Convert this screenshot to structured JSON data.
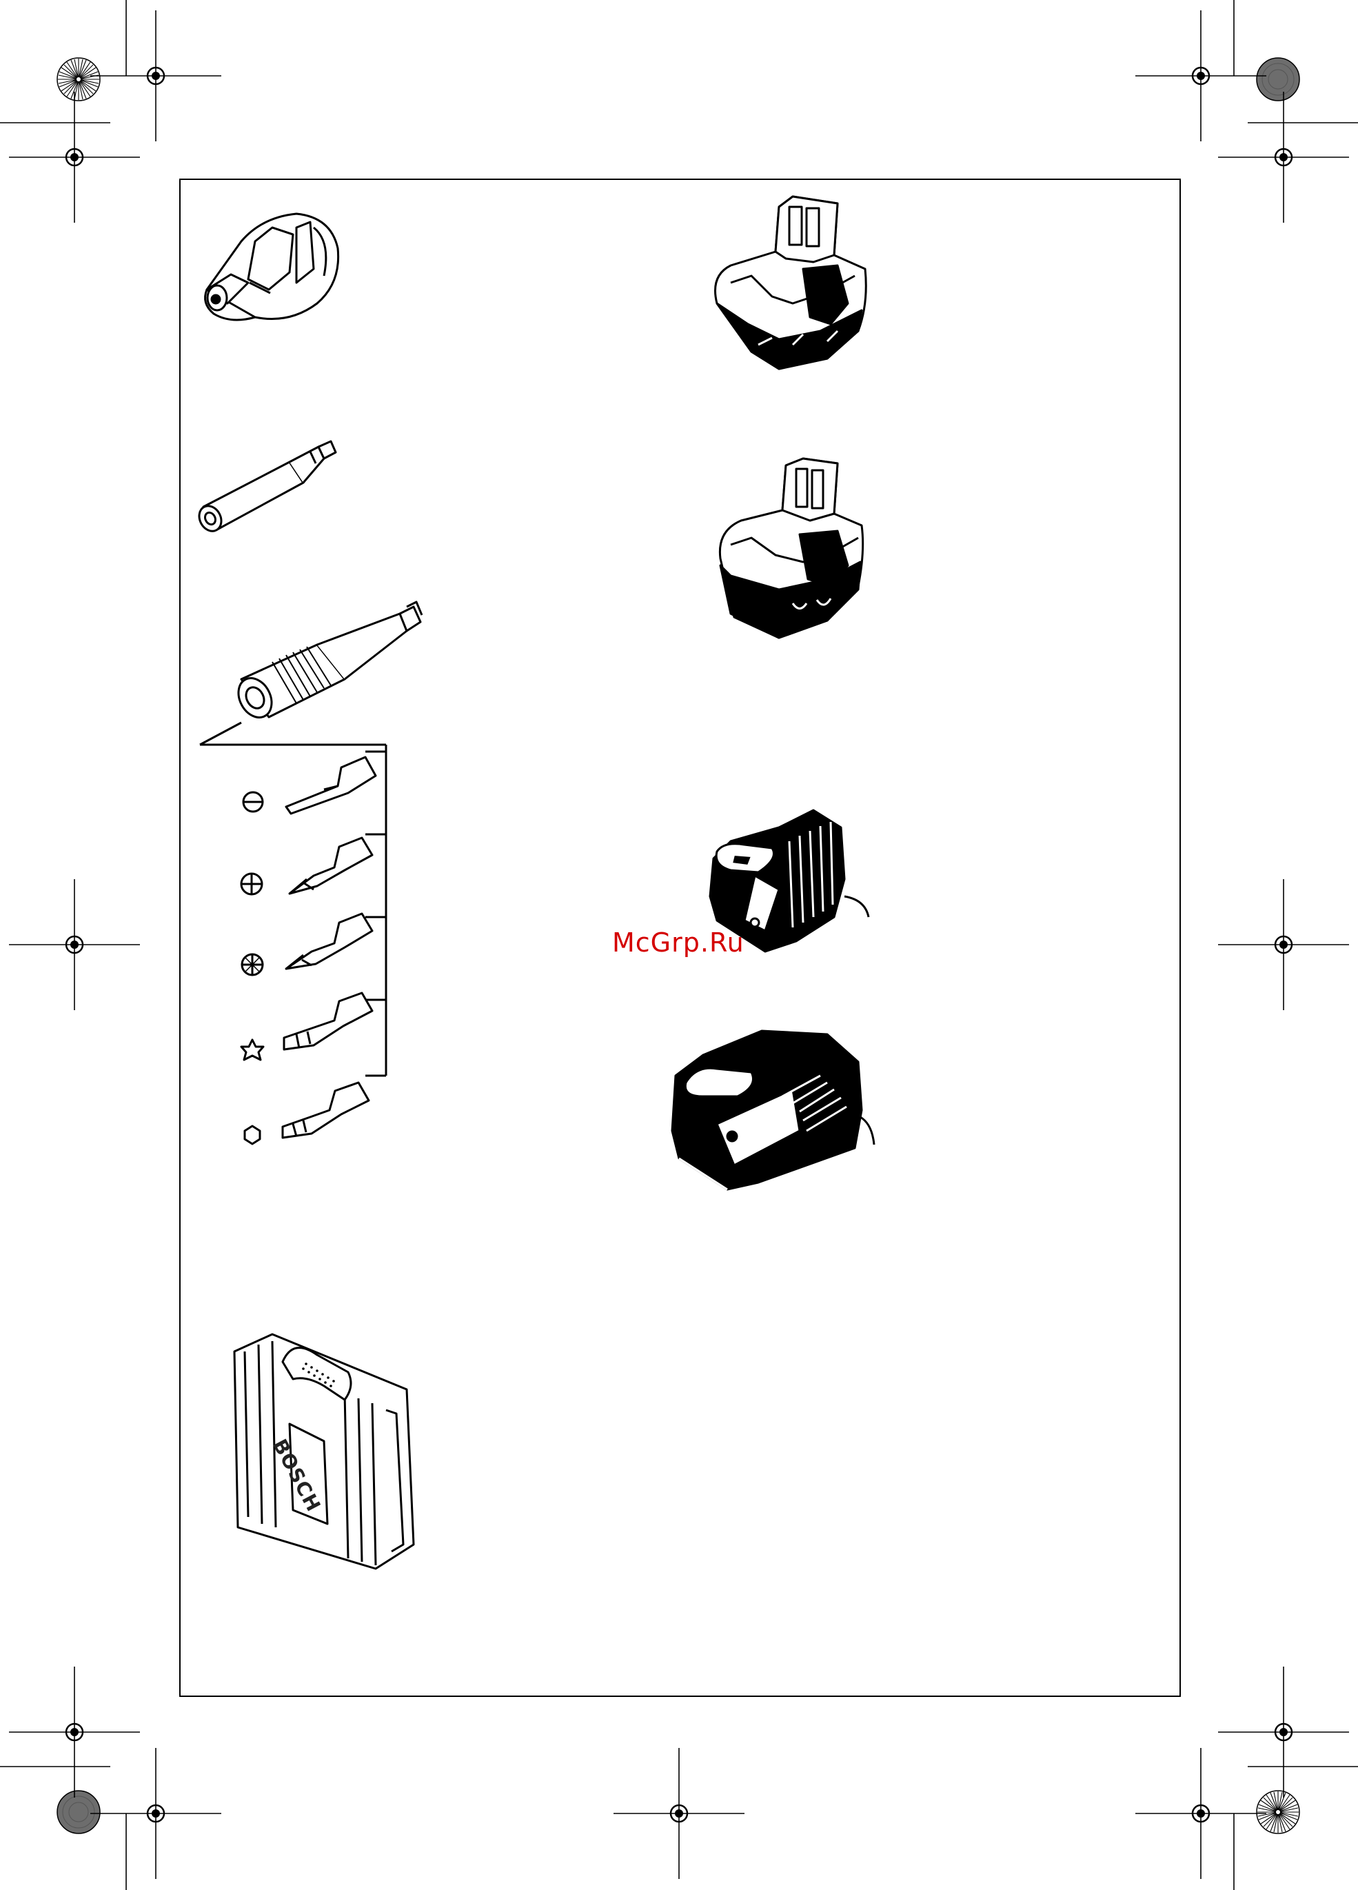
{
  "document": {
    "watermark": "McGrp.Ru",
    "case_brand": "BOSCH"
  },
  "colors": {
    "ink": "#000000",
    "paper": "#ffffff",
    "watermark": "#d40000"
  },
  "illustrations": [
    "keyless-chuck",
    "bit-holder",
    "quick-change-bit-holder",
    "slotted-bit",
    "phillips-bit",
    "pozidriv-bit",
    "torx-bit",
    "hex-bit",
    "battery-pack-compact",
    "battery-pack-standard",
    "charger-small",
    "charger-large",
    "carrying-case"
  ],
  "bit_symbols": [
    "slotted",
    "phillips",
    "pozidriv",
    "torx",
    "hex"
  ]
}
